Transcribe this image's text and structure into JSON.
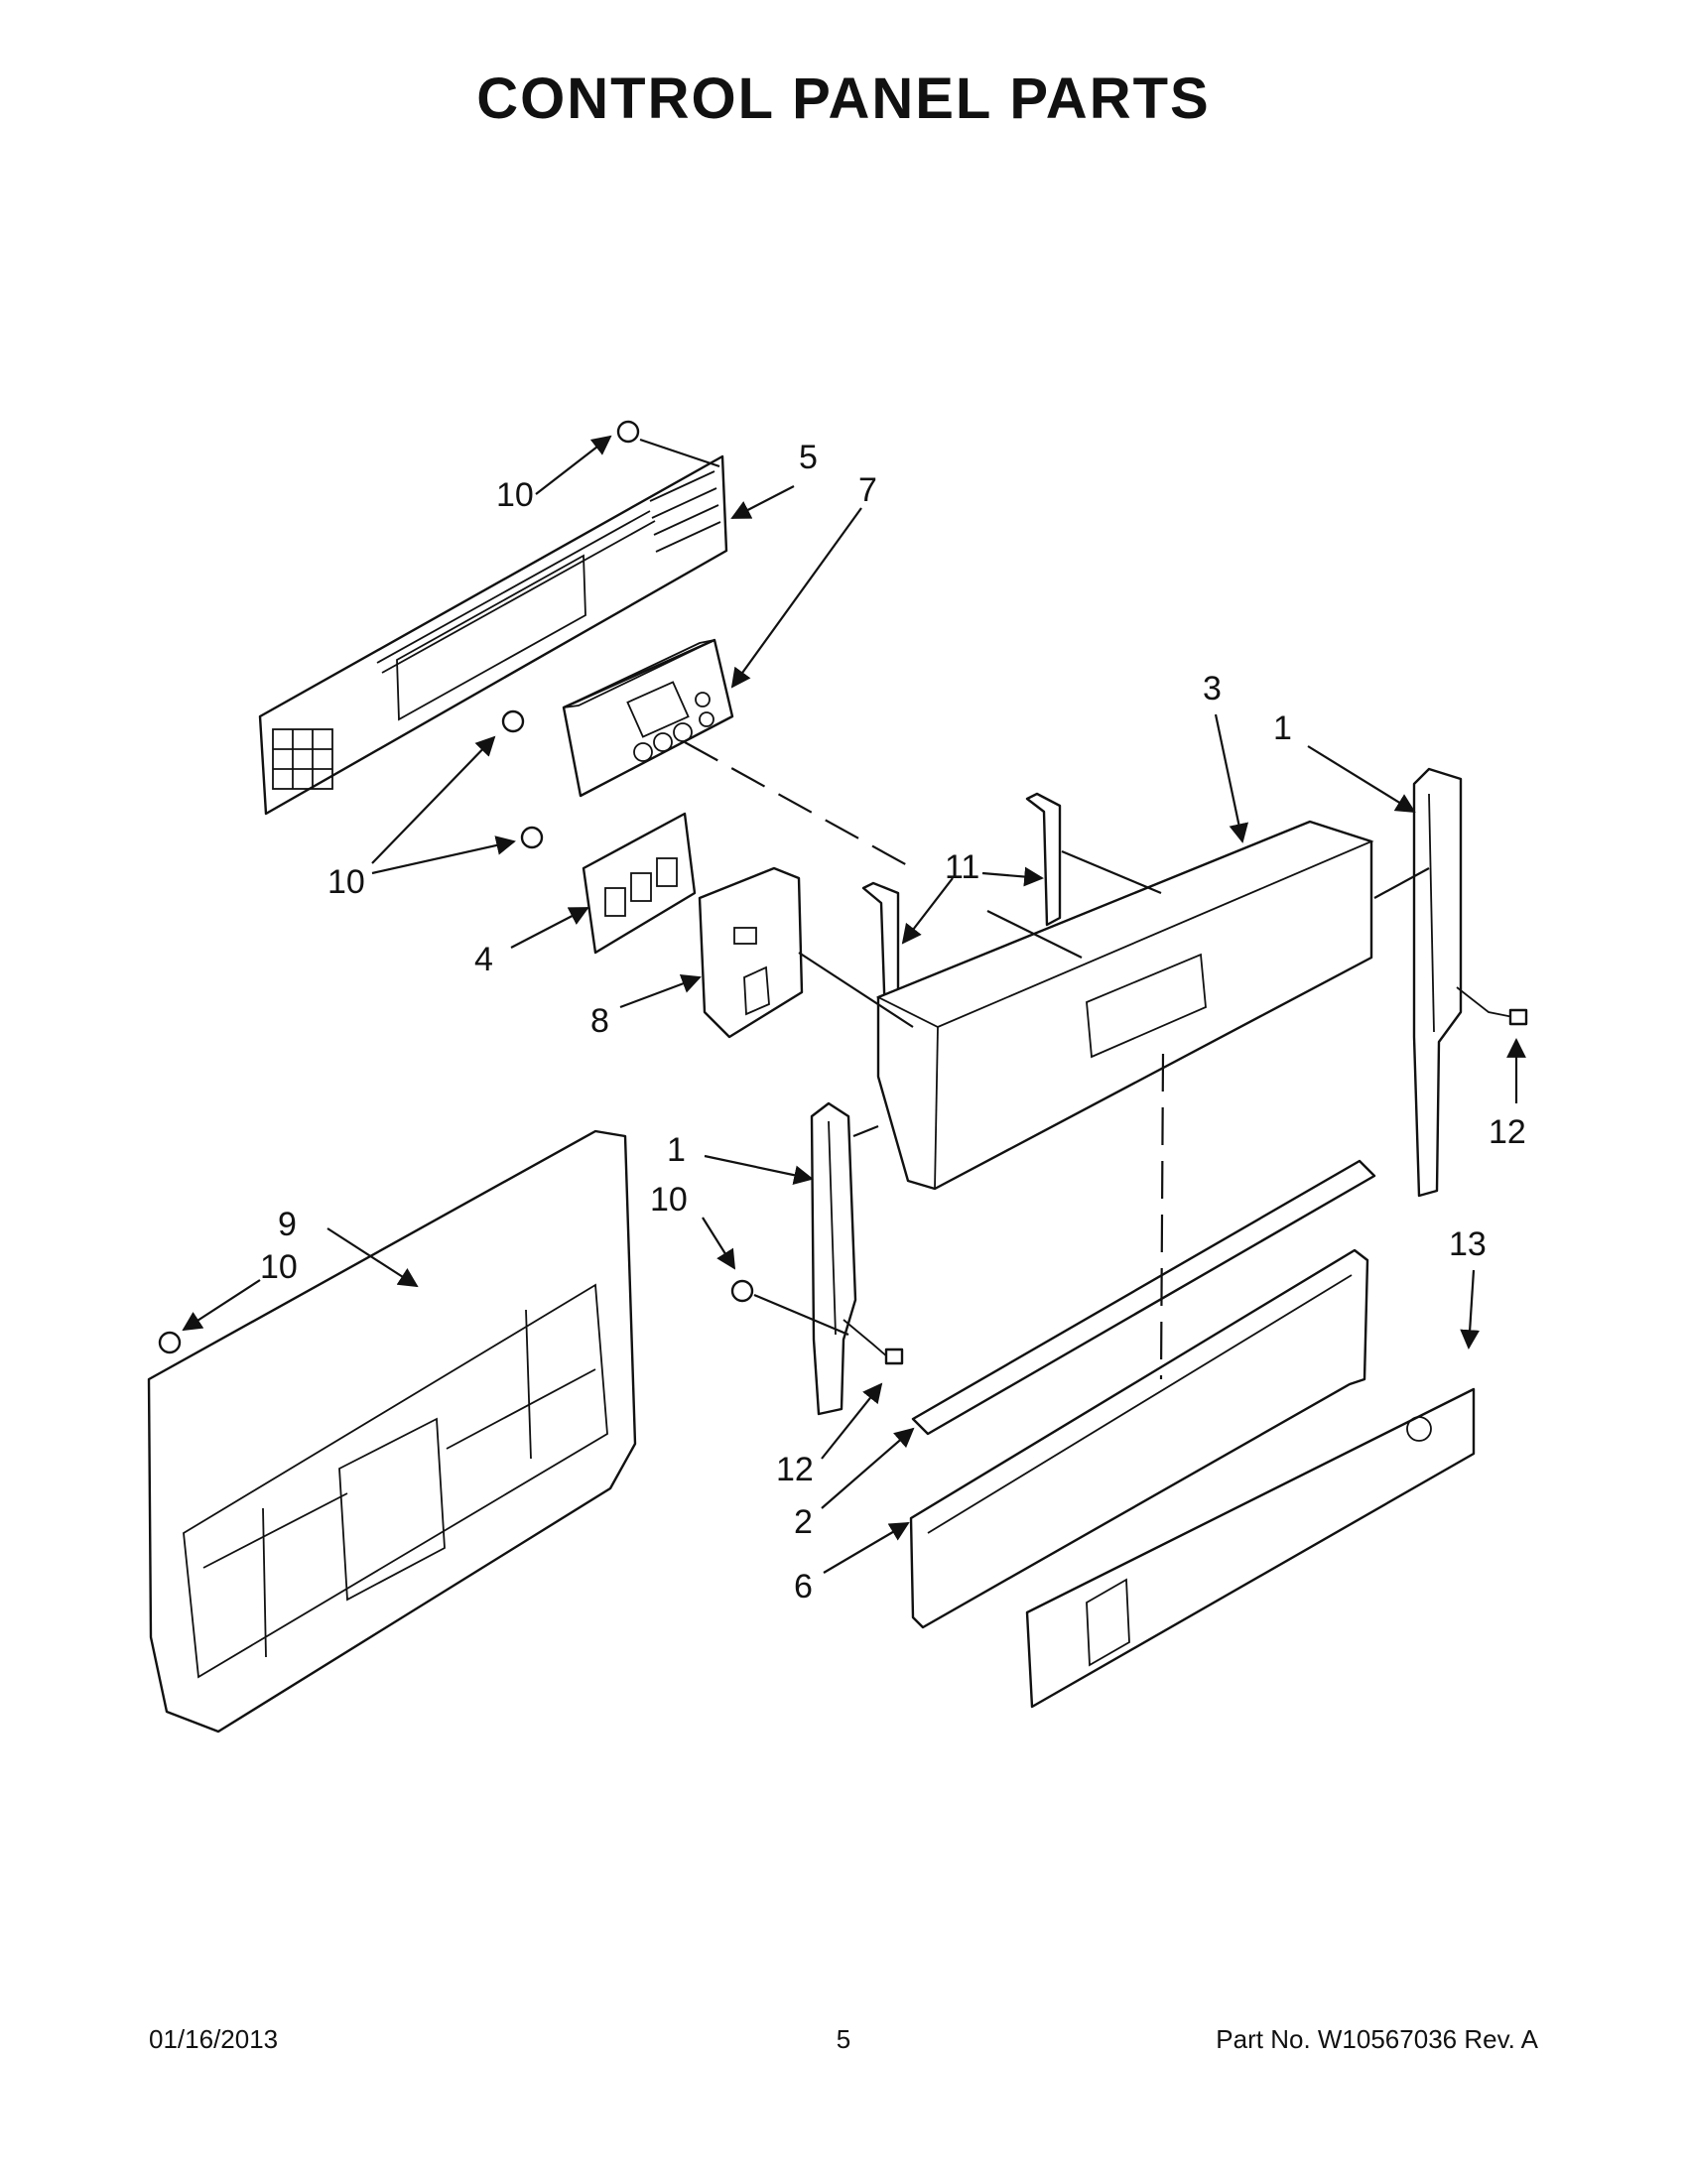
{
  "page": {
    "title": "CONTROL PANEL PARTS",
    "footer_date": "01/16/2013",
    "footer_page": "5",
    "footer_part": "Part No.  W10567036  Rev.  A"
  },
  "callouts": [
    {
      "id": "c10a",
      "label": "10"
    },
    {
      "id": "c5",
      "label": "5"
    },
    {
      "id": "c7",
      "label": "7"
    },
    {
      "id": "c3",
      "label": "3"
    },
    {
      "id": "c1a",
      "label": "1"
    },
    {
      "id": "c10b",
      "label": "10"
    },
    {
      "id": "c11",
      "label": "11"
    },
    {
      "id": "c4",
      "label": "4"
    },
    {
      "id": "c8",
      "label": "8"
    },
    {
      "id": "c12a",
      "label": "12"
    },
    {
      "id": "c1b",
      "label": "1"
    },
    {
      "id": "c10c",
      "label": "10"
    },
    {
      "id": "c9",
      "label": "9"
    },
    {
      "id": "c10d",
      "label": "10"
    },
    {
      "id": "c13",
      "label": "13"
    },
    {
      "id": "c12b",
      "label": "12"
    },
    {
      "id": "c2",
      "label": "2"
    },
    {
      "id": "c6",
      "label": "6"
    }
  ]
}
